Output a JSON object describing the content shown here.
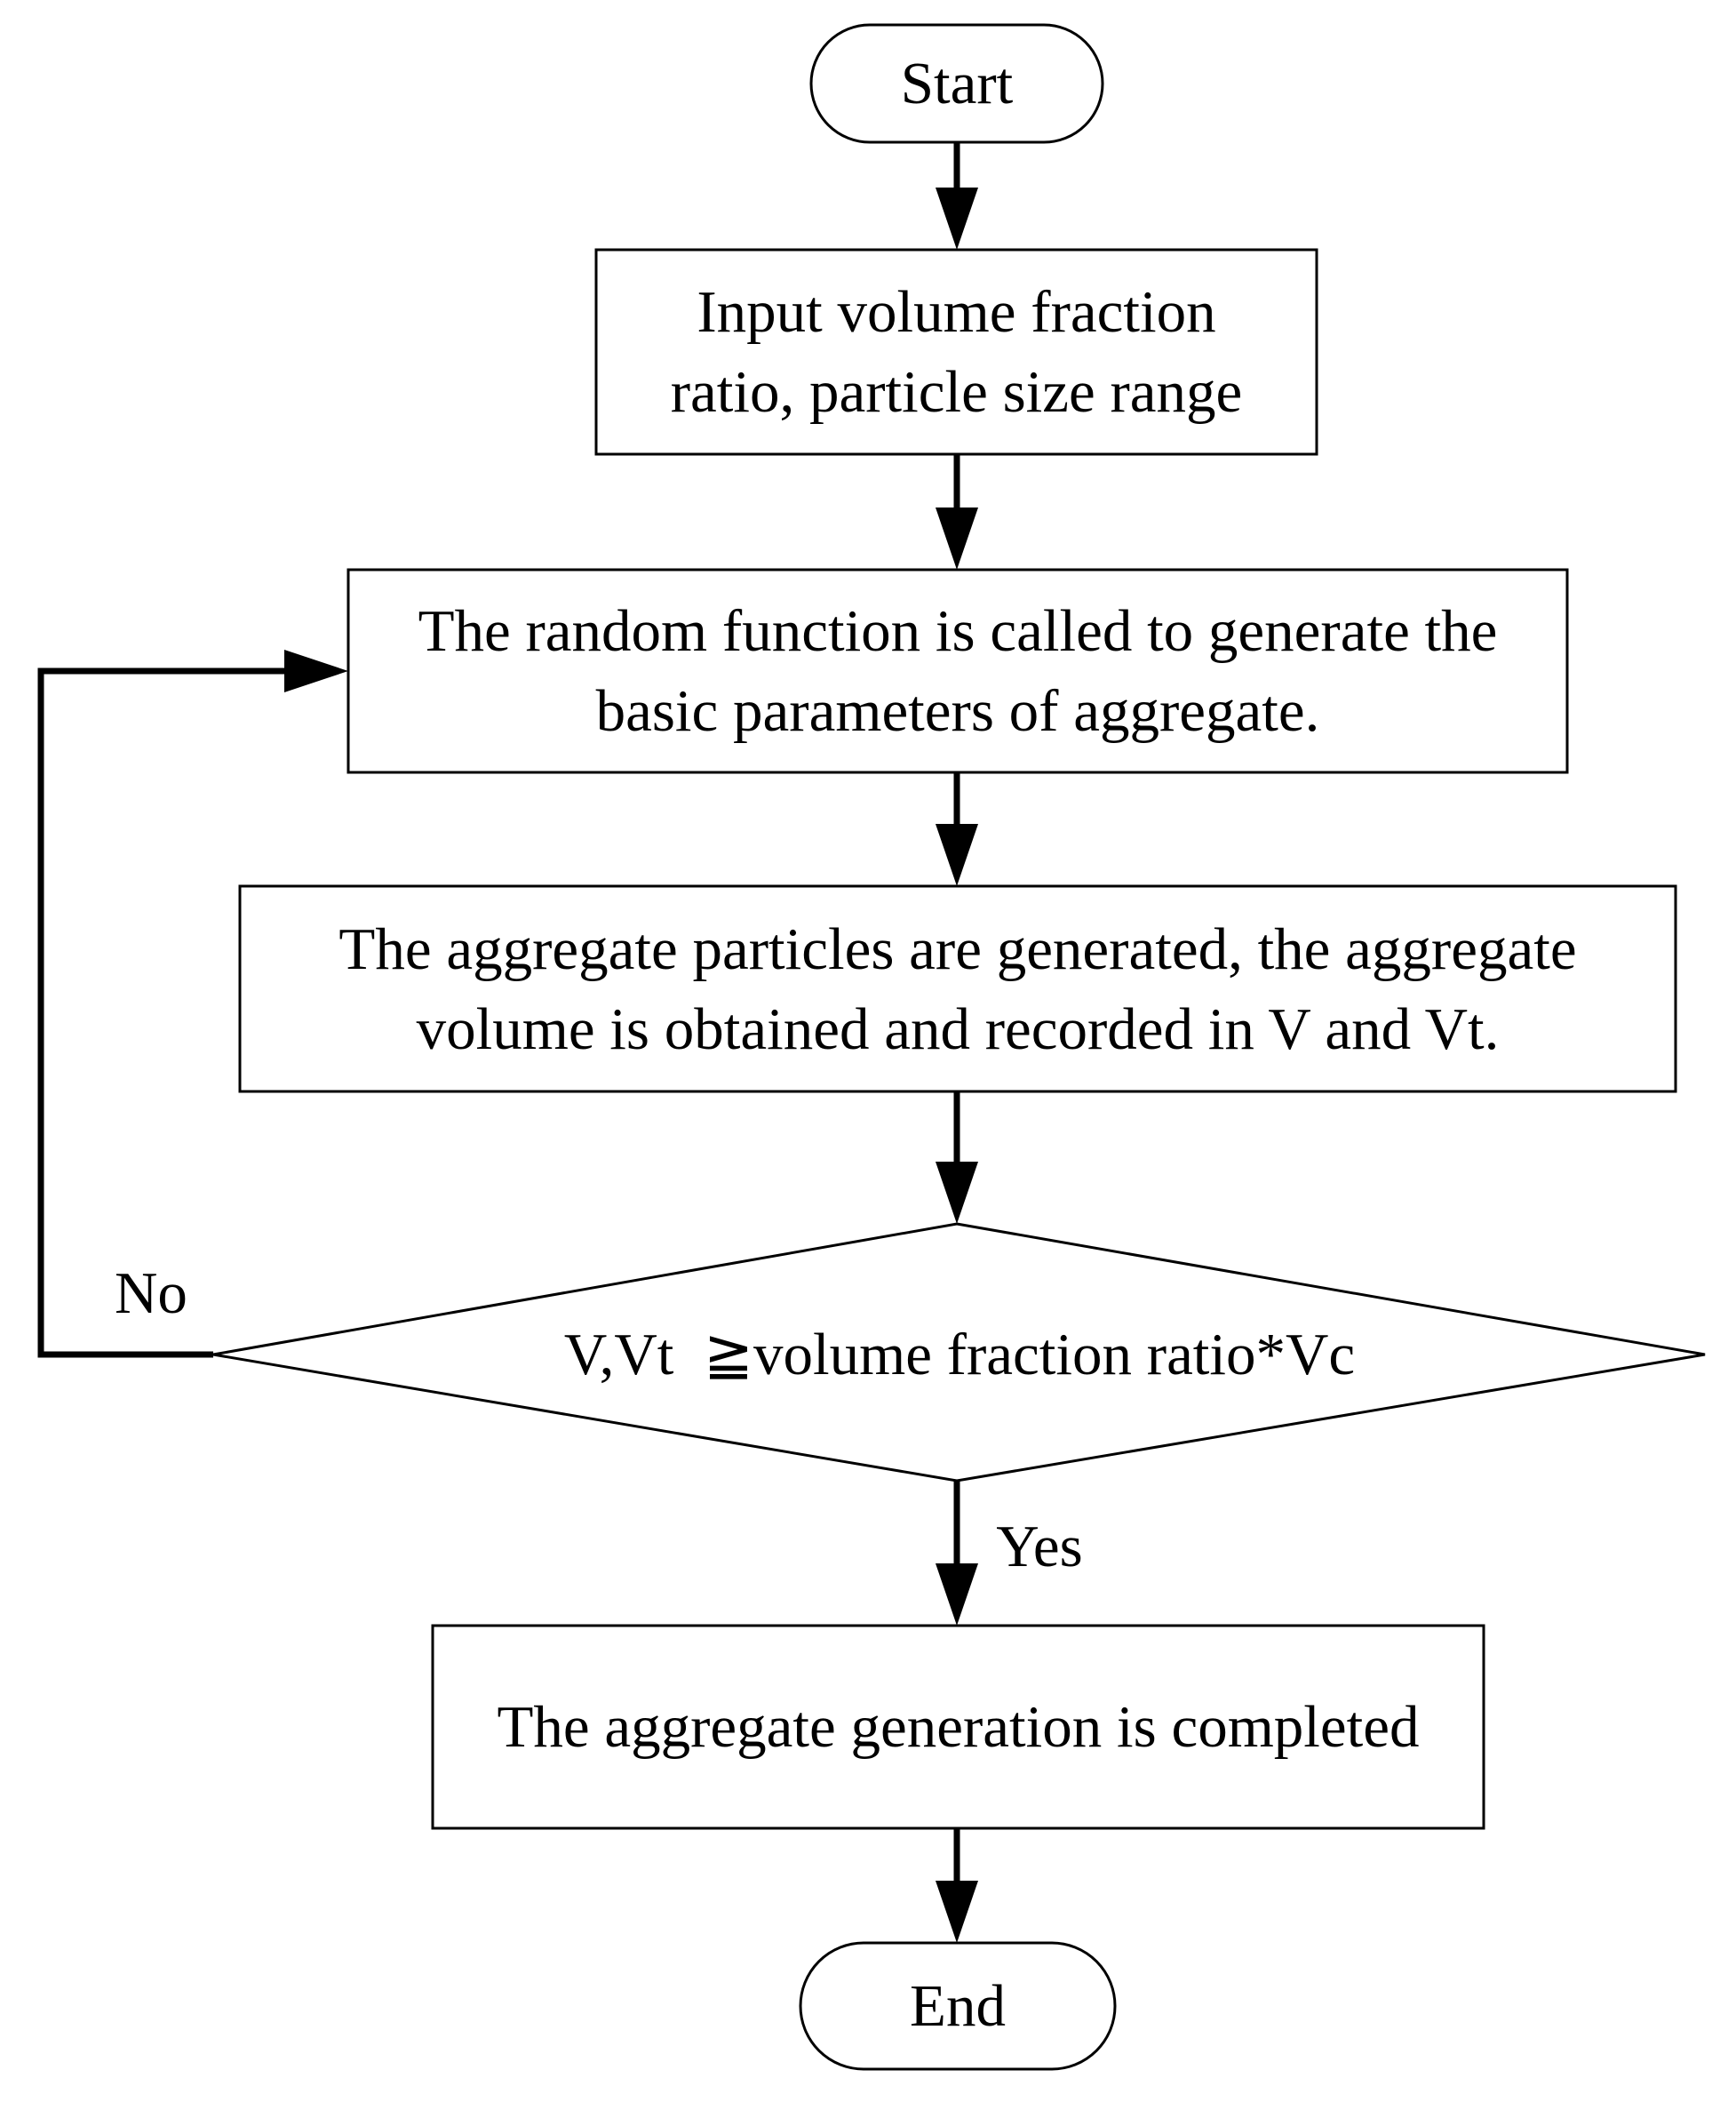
{
  "diagram": {
    "start": {
      "label": "Start"
    },
    "input": {
      "line1": "Input volume fraction",
      "line2": "ratio, particle size range"
    },
    "random": {
      "line1": "The random function is called to generate the",
      "line2": "basic parameters of aggregate."
    },
    "generate": {
      "line1": "The aggregate particles are generated, the aggregate",
      "line2": "volume is obtained and recorded in V and Vt."
    },
    "decision": {
      "label": "V,Vt  ≧volume fraction ratio*Vc"
    },
    "complete": {
      "label": "The aggregate generation is completed"
    },
    "end": {
      "label": "End"
    },
    "edges": {
      "no_label": "No",
      "yes_label": "Yes"
    }
  }
}
